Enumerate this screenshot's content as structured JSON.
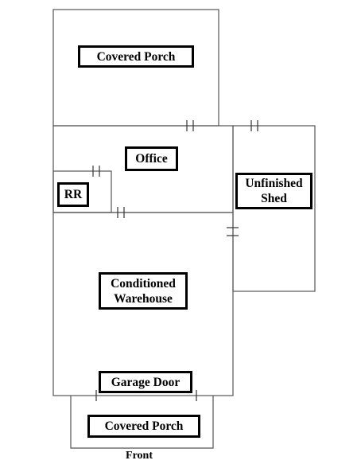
{
  "rooms": {
    "covered_porch_top": "Covered Porch",
    "office": "Office",
    "rr": "RR",
    "unfinished_shed_line1": "Unfinished",
    "unfinished_shed_line2": "Shed",
    "conditioned_warehouse_line1": "Conditioned",
    "conditioned_warehouse_line2": "Warehouse",
    "garage_door": "Garage Door",
    "covered_porch_bottom": "Covered Porch"
  },
  "orientation": {
    "front": "Front"
  }
}
